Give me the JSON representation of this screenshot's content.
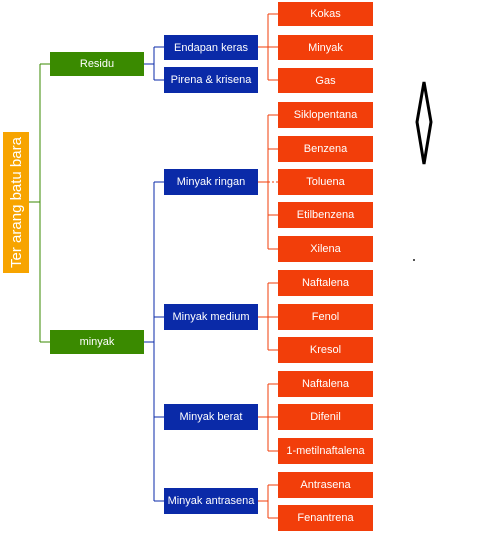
{
  "root": {
    "label": "Ter arang batu bara"
  },
  "level1": [
    {
      "label": "Residu"
    },
    {
      "label": "minyak"
    }
  ],
  "level2": [
    {
      "label": "Endapan keras"
    },
    {
      "label": "Pirena & krisena"
    },
    {
      "label": "Minyak ringan"
    },
    {
      "label": "Minyak medium"
    },
    {
      "label": "Minyak berat"
    },
    {
      "label": "Minyak antrasena"
    }
  ],
  "level3": [
    {
      "label": "Kokas"
    },
    {
      "label": "Minyak"
    },
    {
      "label": "Gas"
    },
    {
      "label": "Siklopentana"
    },
    {
      "label": "Benzena"
    },
    {
      "label": "Toluena"
    },
    {
      "label": "Etilbenzena"
    },
    {
      "label": "Xilena"
    },
    {
      "label": "Naftalena"
    },
    {
      "label": "Fenol"
    },
    {
      "label": "Kresol"
    },
    {
      "label": "Naftalena"
    },
    {
      "label": "Difenil"
    },
    {
      "label": "1-metilnaftalena"
    },
    {
      "label": "Antrasena"
    },
    {
      "label": "Fenantrena"
    }
  ],
  "colors": {
    "root": "#f7a400",
    "level1": "#3a8a00",
    "level2": "#0a2aa8",
    "level3": "#f23e0a",
    "connector_green": "#3a8a00",
    "connector_blue": "#0a2aa8",
    "connector_orange": "#f23e0a"
  },
  "decoration": {
    "icon": "diamond-outline-icon"
  }
}
